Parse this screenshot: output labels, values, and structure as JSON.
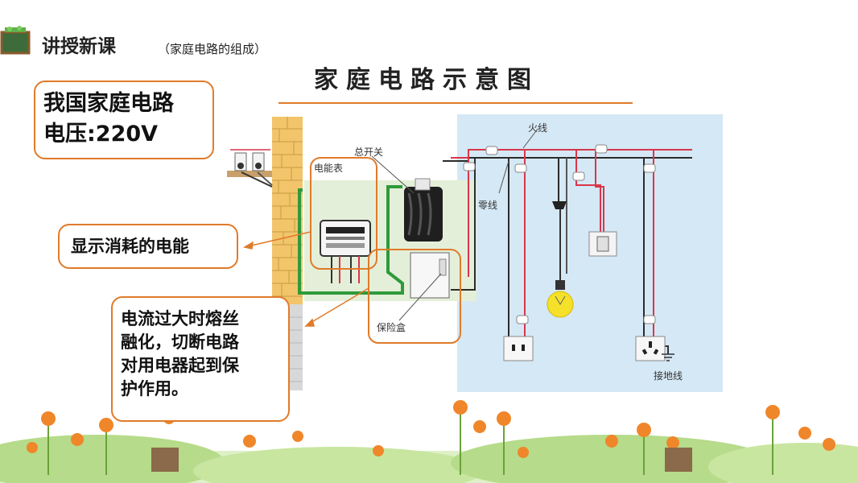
{
  "header": {
    "title": "讲授新课",
    "subtitle": "（家庭电路的组成）"
  },
  "diagram": {
    "title": "家庭电路示意图",
    "labels": {
      "live_wire": "火线",
      "neutral_wire": "零线",
      "main_switch": "总开关",
      "meter": "电能表",
      "fuse_box": "保险盒",
      "ground_wire": "接地线"
    }
  },
  "callouts": {
    "voltage": "我国家庭电路电压:220V",
    "voltage_line1": "我国家庭电路",
    "voltage_line2": "电压:220V",
    "meter_desc": "显示消耗的电能",
    "fuse_lines": [
      "电流过大时熔丝",
      "融化，切断电路",
      "对用电器起到保",
      "护作用。"
    ]
  },
  "colors": {
    "accent": "#e07b2a",
    "live": "#d9364a",
    "neutral": "#2b2b2b",
    "ground_green": "#2e9a3a",
    "room_bg": "#d5e8f5",
    "brick": "#f2c56b"
  }
}
